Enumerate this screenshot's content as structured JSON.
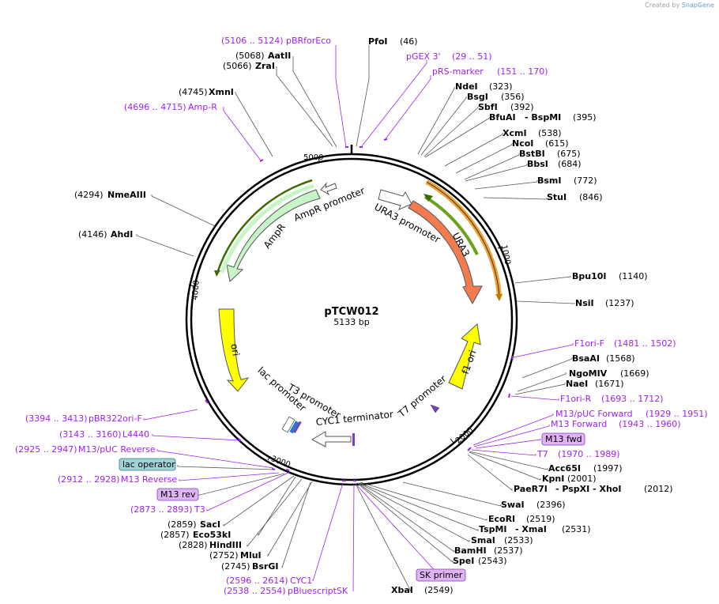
{
  "credit": {
    "prefix": "Created by",
    "brand": "SnapGene"
  },
  "plasmid": {
    "name": "pTCW012",
    "size_label": "5133 bp"
  },
  "ticks": [
    "1000",
    "2000",
    "3000",
    "4000",
    "5000"
  ],
  "features": [
    "URA3 promoter",
    "URA3",
    "AmpR promoter",
    "AmpR",
    "ori",
    "f1 ori",
    "T7 promoter",
    "CYC1 terminator",
    "T3 promoter",
    "lac promoter"
  ],
  "sites_right": [
    {
      "name": "PfoI",
      "pos": "(46)"
    },
    {
      "name": "NdeI",
      "pos": "(323)"
    },
    {
      "name": "BsgI",
      "pos": "(356)"
    },
    {
      "name": "SbfI",
      "pos": "(392)"
    },
    {
      "name": "BfuAI",
      "sep": "- BspMI",
      "pos": "(395)"
    },
    {
      "name": "XcmI",
      "pos": "(538)"
    },
    {
      "name": "NcoI",
      "pos": "(615)"
    },
    {
      "name": "BstBI",
      "pos": "(675)"
    },
    {
      "name": "BbsI",
      "pos": "(684)"
    },
    {
      "name": "BsmI",
      "pos": "(772)"
    },
    {
      "name": "StuI",
      "pos": "(846)"
    },
    {
      "name": "Bpu10I",
      "pos": "(1140)"
    },
    {
      "name": "NsiI",
      "pos": "(1237)"
    },
    {
      "name": "BsaAI",
      "pos": "(1568)"
    },
    {
      "name": "NgoMIV",
      "pos": "(1669)"
    },
    {
      "name": "NaeI",
      "pos": "(1671)"
    },
    {
      "name": "Acc65I",
      "pos": "(1997)"
    },
    {
      "name": "KpnI",
      "pos": "(2001)"
    },
    {
      "name": "PaeR7I",
      "sep": "- PspXI - XhoI",
      "pos": "(2012)"
    },
    {
      "name": "SwaI",
      "pos": "(2396)"
    },
    {
      "name": "EcoRI",
      "pos": "(2519)"
    },
    {
      "name": "TspMI",
      "sep": "- XmaI",
      "pos": "(2531)"
    },
    {
      "name": "SmaI",
      "pos": "(2533)"
    },
    {
      "name": "BamHI",
      "pos": "(2537)"
    },
    {
      "name": "SpeI",
      "pos": "(2543)"
    },
    {
      "name": "XbaI",
      "pos": "(2549)"
    }
  ],
  "sites_left": [
    {
      "name": "AatII",
      "pos": "(5068)"
    },
    {
      "name": "ZraI",
      "pos": "(5066)"
    },
    {
      "name": "XmnI",
      "pos": "(4745)"
    },
    {
      "name": "NmeAIII",
      "pos": "(4294)"
    },
    {
      "name": "AhdI",
      "pos": "(4146)"
    },
    {
      "name": "SacI",
      "pos": "(2859)"
    },
    {
      "name": "Eco53kI",
      "pos": "(2857)"
    },
    {
      "name": "HindIII",
      "pos": "(2828)"
    },
    {
      "name": "MluI",
      "pos": "(2752)"
    },
    {
      "name": "BsrGI",
      "pos": "(2745)"
    }
  ],
  "primers": [
    {
      "range": "(5106 .. 5124)",
      "name": "pBRforEco"
    },
    {
      "name": "pGEX 3'",
      "range": "(29 .. 51)"
    },
    {
      "name": "pRS-marker",
      "range": "(151 .. 170)"
    },
    {
      "range": "(4696 .. 4715)",
      "name": "Amp-R"
    },
    {
      "name": "F1ori-F",
      "range": "(1481 .. 1502)"
    },
    {
      "name": "F1ori-R",
      "range": "(1693 .. 1712)"
    },
    {
      "name": "M13/pUC Forward",
      "range": "(1929 .. 1951)"
    },
    {
      "name": "M13 Forward",
      "range": "(1943 .. 1960)"
    },
    {
      "name": "T7",
      "range": "(1970 .. 1989)"
    },
    {
      "range": "(3394 .. 3413)",
      "name": "pBR322ori-F"
    },
    {
      "range": "(3143 .. 3160)",
      "name": "L4440"
    },
    {
      "range": "(2925 .. 2947)",
      "name": "M13/pUC Reverse"
    },
    {
      "range": "(2912 .. 2928)",
      "name": "M13 Reverse"
    },
    {
      "range": "(2873 .. 2893)",
      "name": "T3"
    },
    {
      "range": "(2596 .. 2614)",
      "name": "CYC1"
    },
    {
      "range": "(2538 .. 2554)",
      "name": "pBluescriptSK"
    }
  ],
  "boxed": {
    "m13_fwd": "M13 fwd",
    "lac_operator": "lac operator",
    "m13_rev": "M13 rev",
    "sk_primer": "SK primer"
  },
  "colors": {
    "backbone": "#000000",
    "primer": "#a020f0",
    "ura3": "#f47a4f",
    "ampr": "#c8f5c8",
    "ori": "#ffff00",
    "feature_box": "#e0b3f5",
    "lac_operator": "#9fd3d8"
  }
}
